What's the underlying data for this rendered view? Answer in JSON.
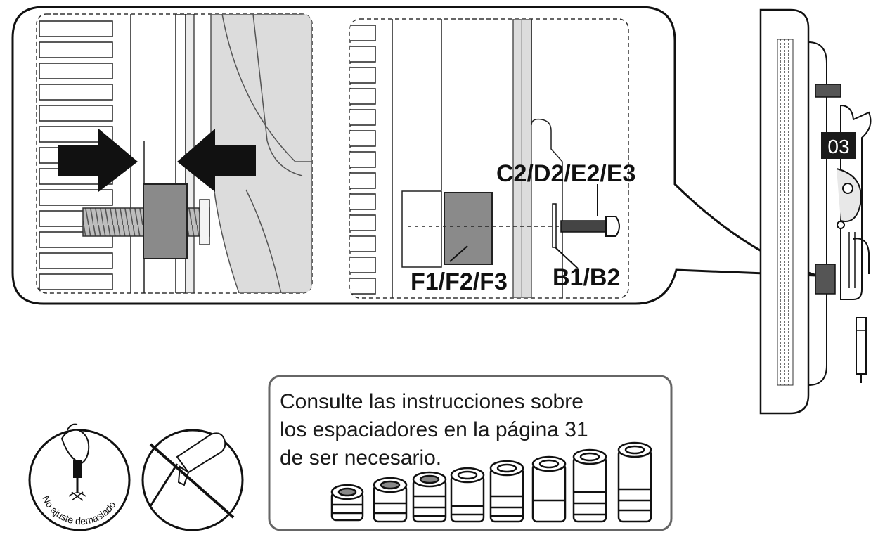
{
  "step_badge": "03",
  "labels": {
    "screw": "C2/D2/E2/E3",
    "spacer": "F1/F2/F3",
    "washer": "B1/B2"
  },
  "caution": "No ajuste demasiado",
  "note": {
    "line1": "Consulte las instrucciones sobre",
    "line2": "los espaciadores en la página 31",
    "line3": "de ser necesario."
  },
  "colors": {
    "ink": "#111111",
    "spacer_fill": "#8a8a8a",
    "badge_bg": "#1a1a1a",
    "panel_gray": "#dcdcdc"
  }
}
